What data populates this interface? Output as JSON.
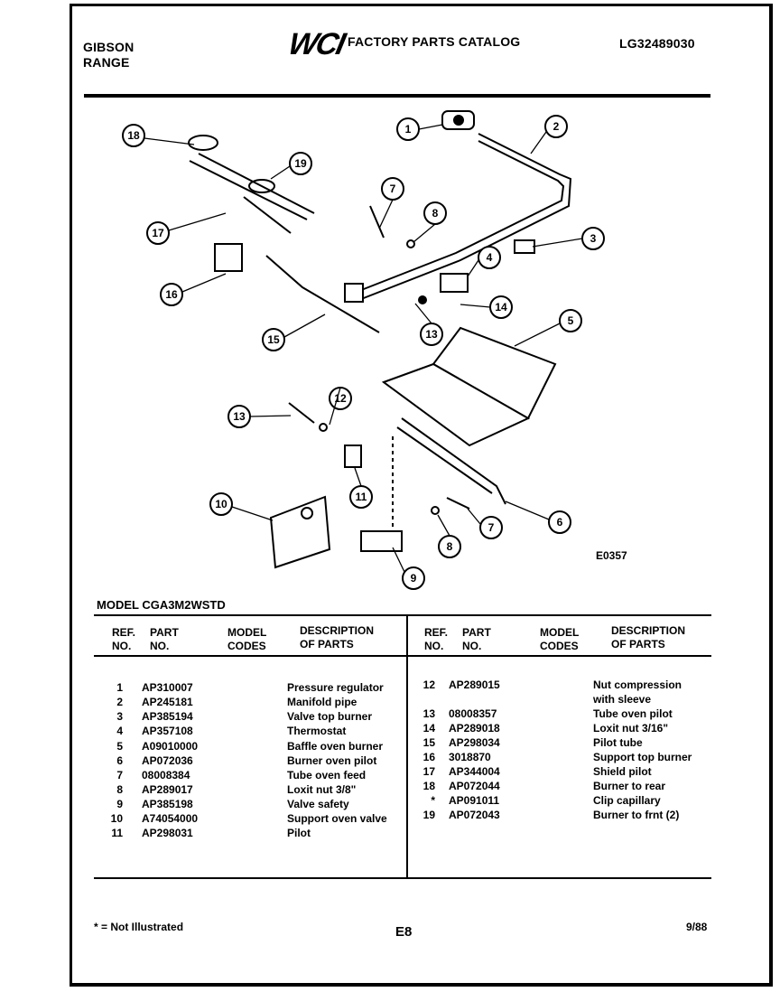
{
  "header": {
    "brand_line1": "GIBSON",
    "brand_line2": "RANGE",
    "logo": "WCI",
    "catalog_title": "FACTORY PARTS CATALOG",
    "publication_no": "LG32489030"
  },
  "diagram": {
    "code": "E0357",
    "callouts": [
      "1",
      "2",
      "3",
      "4",
      "5",
      "6",
      "7",
      "8",
      "9",
      "10",
      "11",
      "12",
      "13",
      "14",
      "15",
      "16",
      "17",
      "18",
      "19"
    ]
  },
  "model_line": "MODEL CGA3M2WSTD",
  "table_headers": {
    "ref": "REF.\nNO.",
    "part": "PART\nNO.",
    "model": "MODEL\nCODES",
    "desc": "DESCRIPTION\nOF PARTS"
  },
  "parts_left": [
    {
      "ref": "1",
      "part": "AP310007",
      "desc": "Pressure regulator"
    },
    {
      "ref": "2",
      "part": "AP245181",
      "desc": "Manifold pipe"
    },
    {
      "ref": "3",
      "part": "AP385194",
      "desc": "Valve top burner"
    },
    {
      "ref": "4",
      "part": "AP357108",
      "desc": "Thermostat"
    },
    {
      "ref": "5",
      "part": "A09010000",
      "desc": "Baffle oven burner"
    },
    {
      "ref": "6",
      "part": "AP072036",
      "desc": "Burner oven pilot"
    },
    {
      "ref": "7",
      "part": "08008384",
      "desc": "Tube oven feed"
    },
    {
      "ref": "8",
      "part": "AP289017",
      "desc": "Loxit nut 3/8\""
    },
    {
      "ref": "9",
      "part": "AP385198",
      "desc": "Valve safety"
    },
    {
      "ref": "10",
      "part": "A74054000",
      "desc": "Support oven valve"
    },
    {
      "ref": "11",
      "part": "AP298031",
      "desc": "Pilot"
    }
  ],
  "parts_right": [
    {
      "ref": "12",
      "part": "AP289015",
      "desc": "Nut compression"
    },
    {
      "ref": "",
      "part": "",
      "desc": "with sleeve"
    },
    {
      "ref": "13",
      "part": "08008357",
      "desc": "Tube oven pilot"
    },
    {
      "ref": "14",
      "part": "AP289018",
      "desc": "Loxit nut 3/16\""
    },
    {
      "ref": "15",
      "part": "AP298034",
      "desc": "Pilot tube"
    },
    {
      "ref": "16",
      "part": "3018870",
      "desc": "Support top burner"
    },
    {
      "ref": "17",
      "part": "AP344004",
      "desc": "Shield pilot"
    },
    {
      "ref": "18",
      "part": "AP072044",
      "desc": "Burner to rear"
    },
    {
      "ref": "*",
      "part": "AP091011",
      "desc": "Clip capillary"
    },
    {
      "ref": "19",
      "part": "AP072043",
      "desc": "Burner to frnt (2)"
    }
  ],
  "footer": {
    "footnote": "* = Not Illustrated",
    "page": "E8",
    "date": "9/88"
  }
}
